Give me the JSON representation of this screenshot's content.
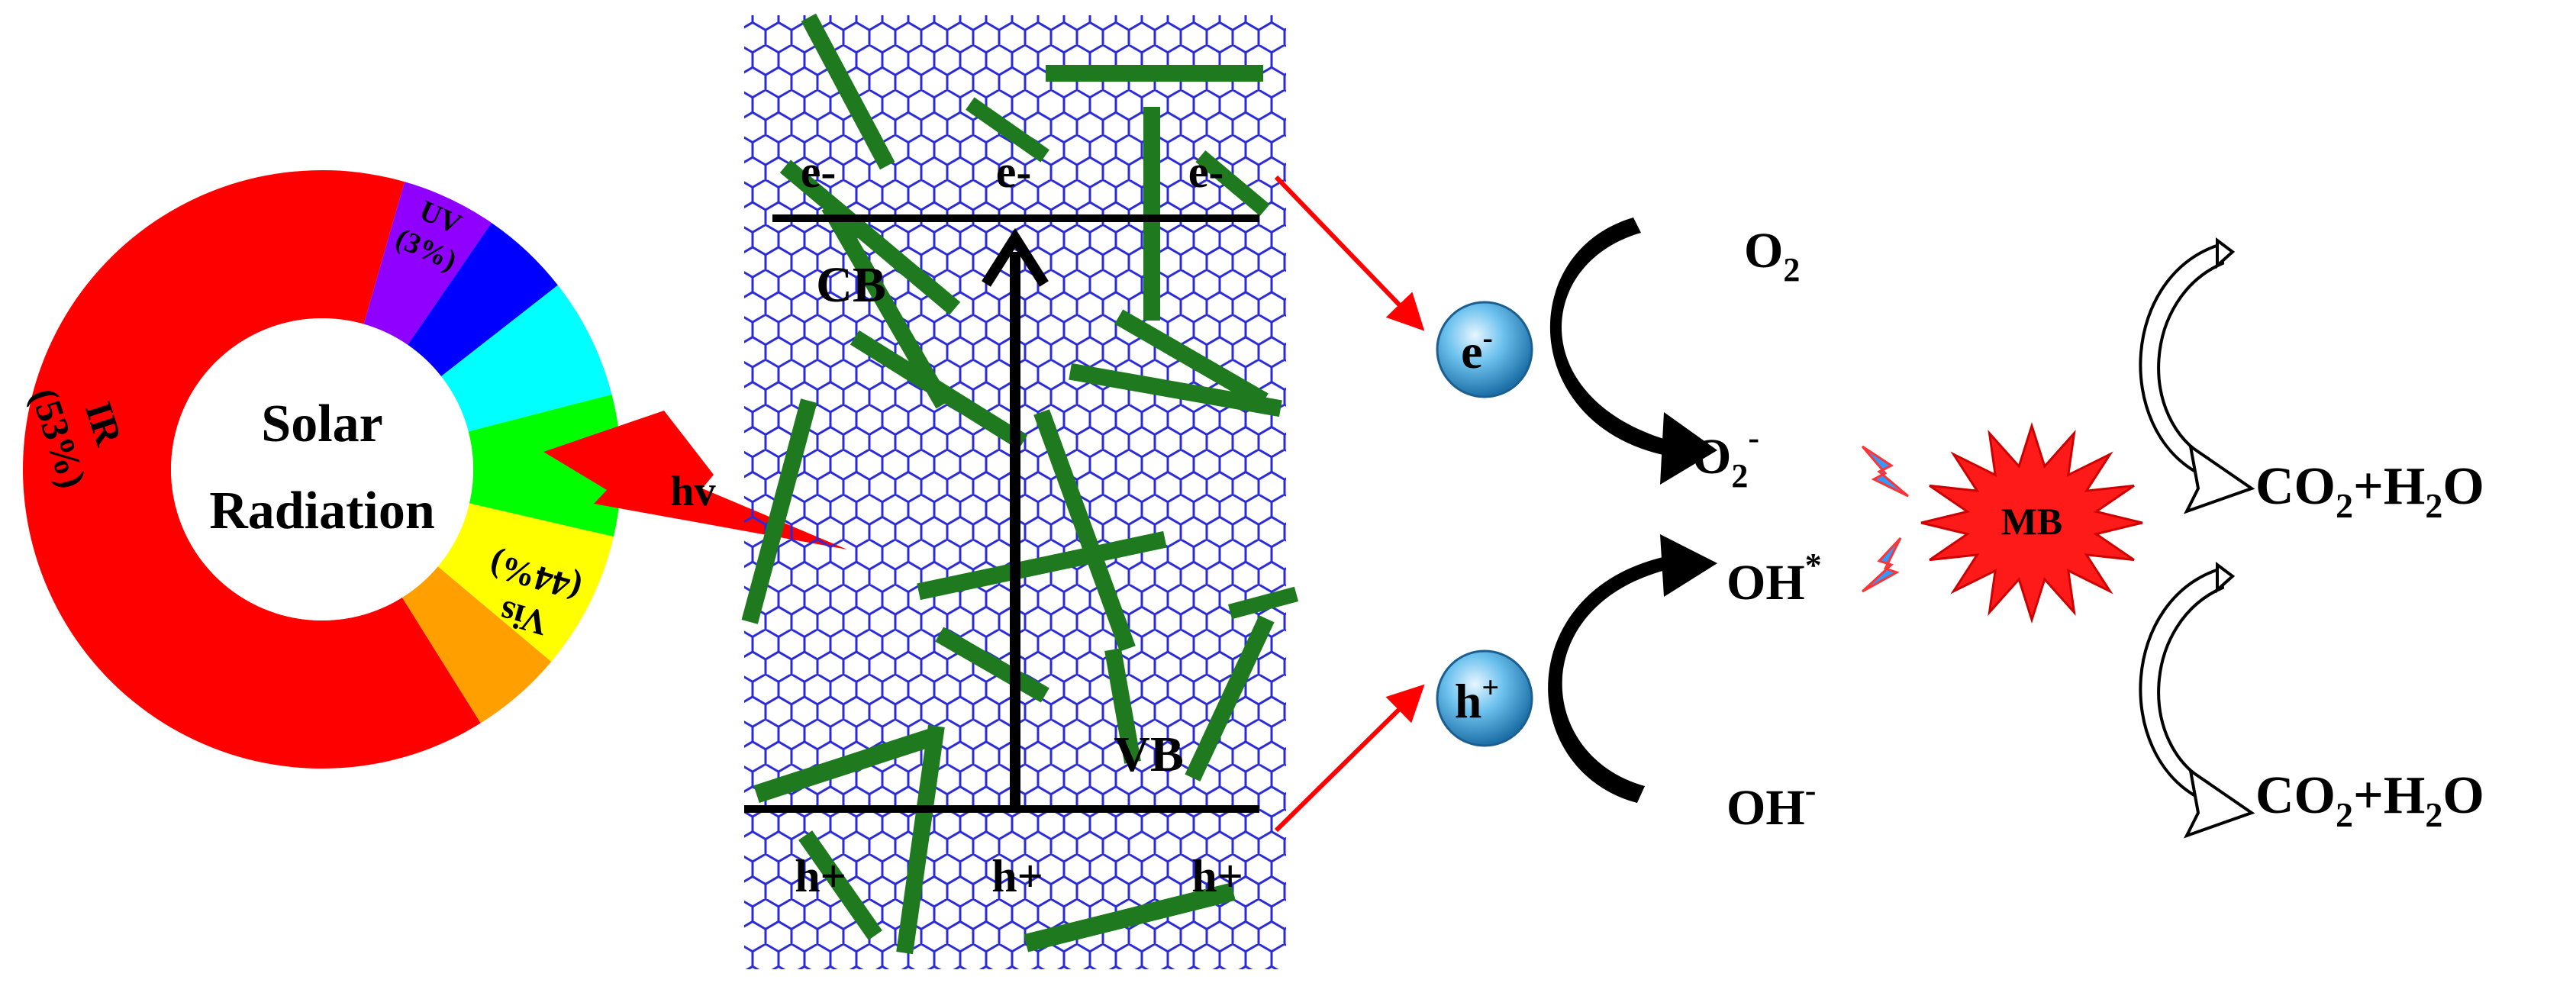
{
  "donut": {
    "center_line1": "Solar",
    "center_line2": "Radiation",
    "segments": [
      {
        "key": "ir",
        "color": "#ff0000",
        "label": "IR",
        "pct": "(53%)"
      },
      {
        "key": "uv",
        "color": "#8f00ff",
        "label": "UV",
        "pct": "(3%)"
      },
      {
        "key": "blue",
        "color": "#0000ff"
      },
      {
        "key": "cyan",
        "color": "#00ffff"
      },
      {
        "key": "green",
        "color": "#00ff00"
      },
      {
        "key": "yellow",
        "color": "#ffff00",
        "label": "Vis",
        "pct": "(44%)"
      },
      {
        "key": "orange",
        "color": "#ff9f00"
      }
    ]
  },
  "photon": {
    "label": "hv",
    "color": "#ff0000"
  },
  "band": {
    "electron_labels": [
      "e-",
      "e-",
      "e-"
    ],
    "hole_labels": [
      "h+",
      "h+",
      "h+"
    ],
    "cb_label": "CB",
    "vb_label": "VB",
    "lattice_color": "#2222cc",
    "rod_color": "#1f7a1f"
  },
  "carriers": {
    "electron": {
      "symbol": "e",
      "sup": "-"
    },
    "hole": {
      "symbol": "h",
      "sup": "+"
    }
  },
  "species": {
    "o2": {
      "base": "O",
      "sub": "2"
    },
    "superoxide": {
      "prefix": "-O",
      "sub": "2",
      "sup": "-"
    },
    "hydroxyl_radical": {
      "base": "OH",
      "sup": "*"
    },
    "hydroxide": {
      "base": "OH",
      "sup": "-"
    }
  },
  "pollutant": {
    "label": "MB",
    "color": "#ff1a1a"
  },
  "products": [
    {
      "p1": "CO",
      "s1": "2",
      "p2": "+H",
      "s2": "2",
      "p3": "O"
    },
    {
      "p1": "CO",
      "s1": "2",
      "p2": "+H",
      "s2": "2",
      "p3": "O"
    }
  ],
  "colors": {
    "arrow_red": "#ff0000",
    "spark_blue": "#3399ff",
    "black": "#000000"
  }
}
